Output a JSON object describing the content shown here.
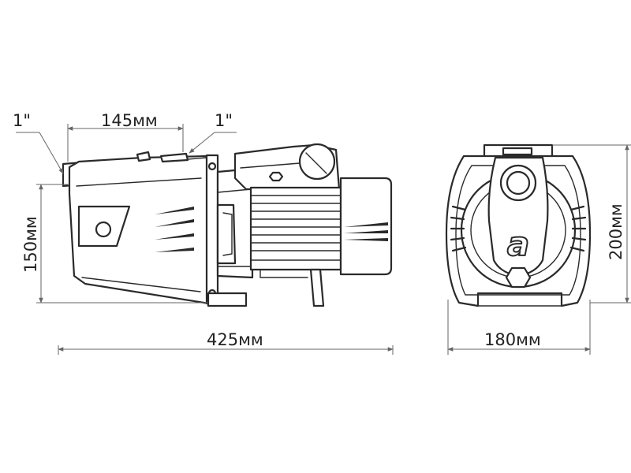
{
  "side_view": {
    "inlet_label": "1\"",
    "inlet_offset_label": "145мм",
    "outlet_label": "1\"",
    "height_label": "150мм",
    "length_label": "425мм"
  },
  "front_view": {
    "logo_letter": "a",
    "height_label": "200мм",
    "width_label": "180мм"
  },
  "colors": {
    "line": "#2a2a2a",
    "dimension": "#666666",
    "background": "#ffffff"
  }
}
